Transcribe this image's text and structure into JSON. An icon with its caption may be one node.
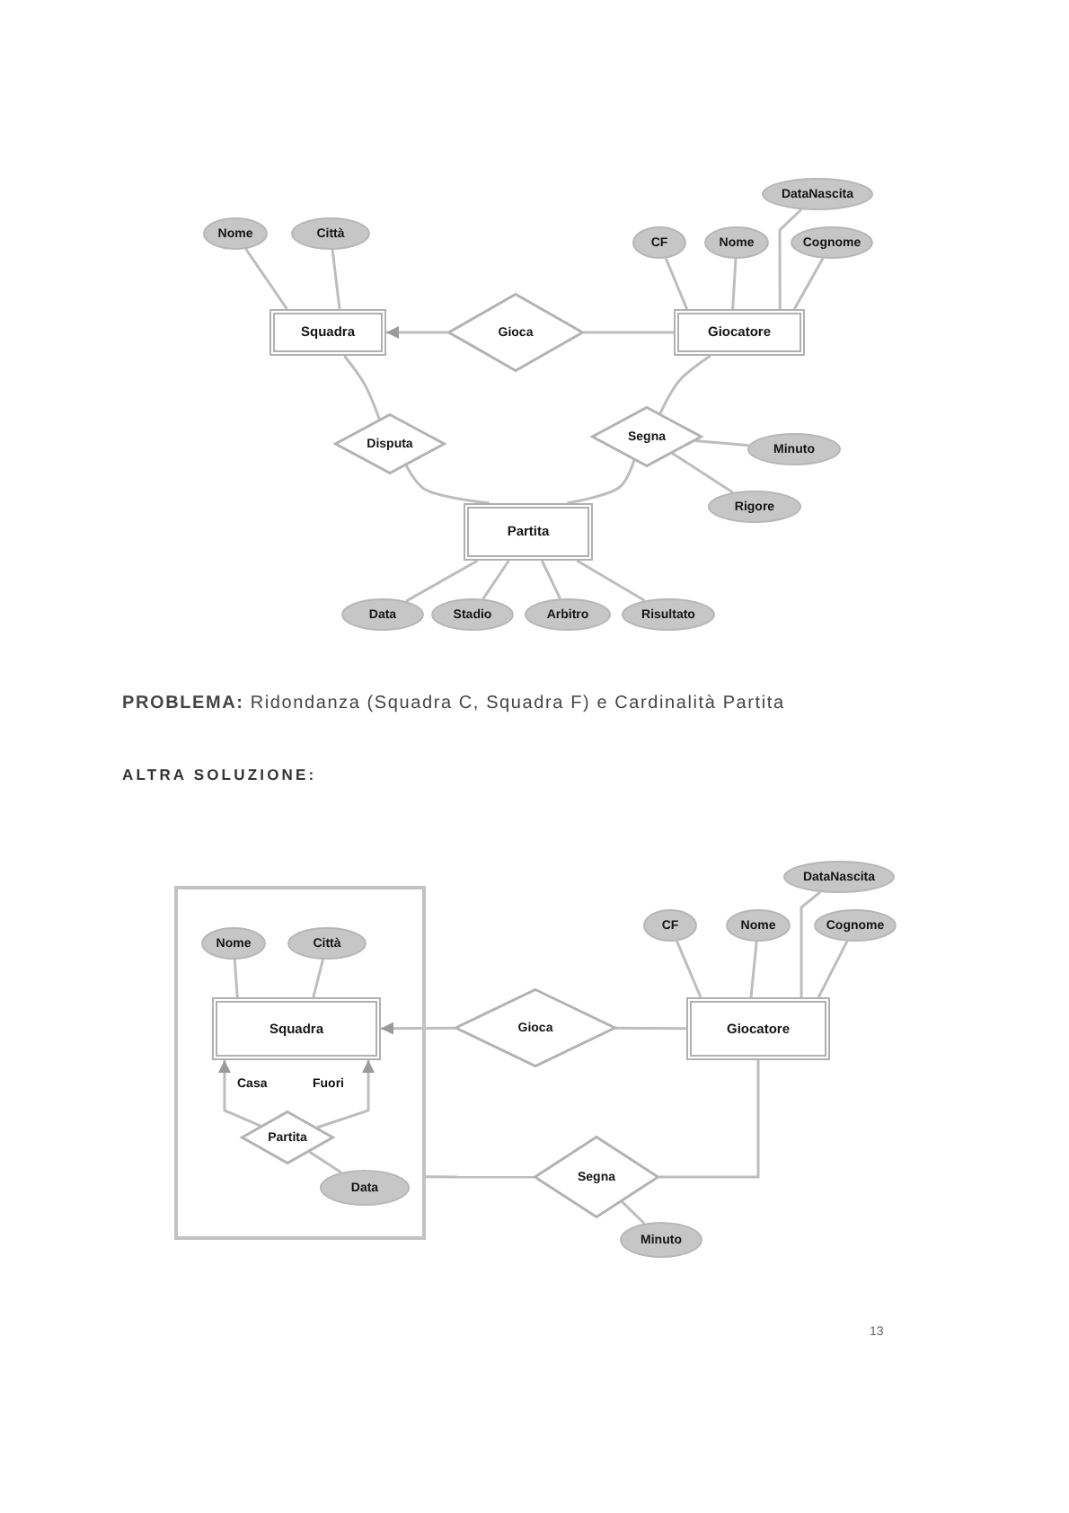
{
  "diagram": {
    "nodes": [
      {
        "text": [
          "DataNascita"
        ]
      },
      {
        "text": [
          "Nome"
        ]
      },
      {
        "text": [
          "Città"
        ]
      },
      {
        "text": [
          "CF"
        ]
      },
      {
        "text": [
          "Nome"
        ]
      },
      {
        "text": [
          "Cognome"
        ]
      },
      {
        "text": [
          "Squadra"
        ]
      },
      {
        "text": [
          "Gioca"
        ]
      },
      {
        "text": [
          "Giocatore"
        ]
      },
      {
        "text": [
          "Disputa"
        ]
      },
      {
        "text": [
          "Segna"
        ]
      },
      {
        "text": [
          "Minuto"
        ]
      },
      {
        "text": [
          "Rigore"
        ]
      },
      {
        "text": [
          "Partita"
        ]
      },
      {
        "text": [
          "Data"
        ]
      },
      {
        "text": [
          "Stadio"
        ]
      },
      {
        "text": [
          "Arbitro"
        ]
      },
      {
        "text": [
          "Risultato"
        ]
      },
      {
        "text": [
          "DataNascita"
        ]
      },
      {
        "text": [],
        "shape": "box"
      },
      {
        "text": [
          "Nome"
        ],
        "in": 19
      },
      {
        "text": [
          "Città"
        ],
        "in": 19
      },
      {
        "text": [
          "CF"
        ]
      },
      {
        "text": [
          "Nome"
        ]
      },
      {
        "text": [
          "Cognome"
        ]
      },
      {
        "text": [
          "Squadra"
        ],
        "in": 19
      },
      {
        "text": [
          "Gioca"
        ]
      },
      {
        "text": [
          "Giocatore"
        ]
      },
      {
        "text": [
          "Partita"
        ],
        "in": 19
      },
      {
        "text": [
          "Data"
        ],
        "in": 19
      },
      {
        "text": [
          "Segna"
        ]
      },
      {
        "text": [
          "Minuto"
        ]
      }
    ],
    "edges": [
      {
        "from": 1,
        "to": 6,
        "arrow": "none"
      },
      {
        "from": 2,
        "to": 6,
        "arrow": "none"
      },
      {
        "from": 3,
        "to": 8,
        "arrow": "none"
      },
      {
        "from": 4,
        "to": 8,
        "arrow": "none"
      },
      {
        "from": 5,
        "to": 8,
        "arrow": "none"
      },
      {
        "from": 0,
        "to": 8,
        "arrow": "none"
      },
      {
        "from": 8,
        "to": 7,
        "arrow": "none"
      },
      {
        "from": 7,
        "to": 6,
        "arrow": "to"
      },
      {
        "from": 6,
        "to": 9,
        "arrow": "none"
      },
      {
        "from": 9,
        "to": 13,
        "arrow": "none"
      },
      {
        "from": 8,
        "to": 10,
        "arrow": "none"
      },
      {
        "from": 10,
        "to": 13,
        "arrow": "none"
      },
      {
        "from": 11,
        "to": 10,
        "arrow": "none"
      },
      {
        "from": 12,
        "to": 10,
        "arrow": "none"
      },
      {
        "from": 14,
        "to": 13,
        "arrow": "none"
      },
      {
        "from": 15,
        "to": 13,
        "arrow": "none"
      },
      {
        "from": 16,
        "to": 13,
        "arrow": "none"
      },
      {
        "from": 17,
        "to": 13,
        "arrow": "none"
      },
      {
        "from": 20,
        "to": 25,
        "arrow": "none"
      },
      {
        "from": 21,
        "to": 25,
        "arrow": "none"
      },
      {
        "from": 22,
        "to": 27,
        "arrow": "none"
      },
      {
        "from": 23,
        "to": 27,
        "arrow": "none"
      },
      {
        "from": 24,
        "to": 27,
        "arrow": "none"
      },
      {
        "from": 18,
        "to": 27,
        "arrow": "none"
      },
      {
        "from": 27,
        "to": 26,
        "arrow": "none"
      },
      {
        "from": 26,
        "to": 25,
        "arrow": "to"
      },
      {
        "from": 28,
        "to": 25,
        "arrow": "to",
        "label": "Casa"
      },
      {
        "from": 28,
        "to": 25,
        "arrow": "to",
        "label": "Fuori"
      },
      {
        "from": 29,
        "to": 28,
        "arrow": "none"
      },
      {
        "from": 19,
        "to": 30,
        "arrow": "none"
      },
      {
        "from": 27,
        "to": 30,
        "arrow": "none"
      },
      {
        "from": 31,
        "to": 30,
        "arrow": "none"
      }
    ],
    "labels": [
      "**PROBLEMA:** Ridondanza (Squadra C, Squadra F) e Cardinalità Partita",
      "ALTRA SOLUZIONE:",
      "13"
    ]
  }
}
